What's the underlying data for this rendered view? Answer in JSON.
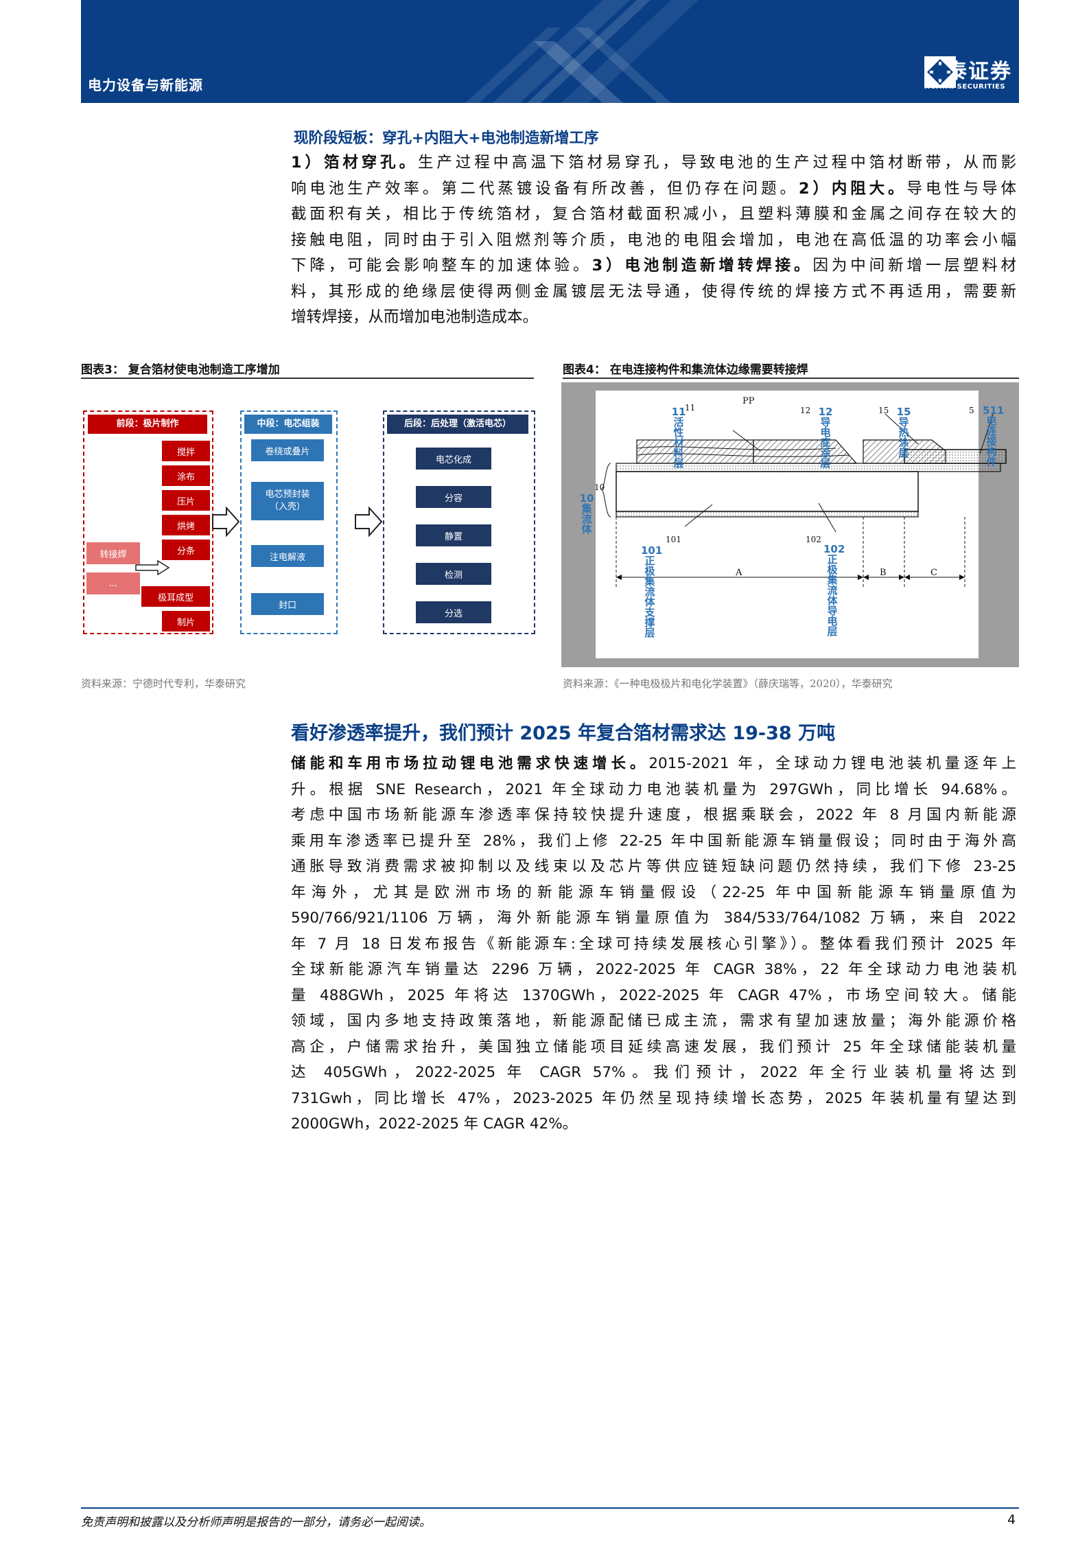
{
  "header": {
    "section": "电力设备与新能源",
    "logo_cn": "华泰证券",
    "logo_en": "HUATAI SECURITIES"
  },
  "block1": {
    "heading": "现阶段短板：穿孔+内阻大+电池制造新增工序",
    "lines": [
      [
        "1）箔材穿孔。",
        "生产过程中高温下箔材易穿孔，导致电池的生产过程中箔材断带，从而影"
      ],
      [
        "",
        "响电池生产效率。第二代蒸镀设备有所改善，但仍存在问题。",
        "2）内阻大。",
        "导电性与导体"
      ],
      [
        "",
        "截面积有关，相比于传统箔材，复合箔材截面积减小，且塑料薄膜和金属之间存在较大的"
      ],
      [
        "",
        "接触电阻，同时由于引入阻燃剂等介质，电池的电阻会增加，电池在高低温的功率会小幅"
      ],
      [
        "",
        "下降，可能会影响整车的加速体验。",
        "3）电池制造新增转焊接。",
        "因为中间新增一层塑料材"
      ],
      [
        "",
        "料，其形成的绝缘层使得两侧金属镀层无法导通，使得传统的焊接方式不再适用，需要新"
      ],
      [
        "",
        "增转焊接，从而增加电池制造成本。"
      ]
    ]
  },
  "figure3": {
    "title": "图表3：  复合箔材使电池制造工序增加",
    "source": "资料来源：宁德时代专利，华泰研究",
    "front": {
      "head": "前段：极片制作",
      "items": [
        "搅拌",
        "涂布",
        "压片",
        "烘烤",
        "分条",
        "极耳成型",
        "制片"
      ],
      "new_item": "转接焊",
      "ellipsis": "..."
    },
    "middle": {
      "head": "中段：电芯组装",
      "items": [
        "卷绕或叠片",
        "电芯预封装\n（入壳）",
        "注电解液",
        "封口"
      ]
    },
    "back": {
      "head": "后段：后处理（激活电芯）",
      "items": [
        "电芯化成",
        "分容",
        "静置",
        "检测",
        "分选"
      ]
    },
    "colors": {
      "front": "#c00000",
      "middle": "#2e75b6",
      "back": "#1f3864"
    }
  },
  "figure4": {
    "title": "图表4：  在电连接构件和集流体边缘需要转接焊",
    "source": "资料来源：《一种电极极片和电化学装置》（薛庆瑞等，2020），华泰研究",
    "labels": {
      "pp": "PP",
      "n11": "11",
      "n12": "12",
      "n15": "15",
      "n5": "5",
      "n10": "10",
      "n101": "101",
      "n102": "102",
      "a": "A",
      "b": "B",
      "c": "C",
      "l11": "11\n活\n性\n材\n料\n层",
      "l12": "12\n导\n电\n底\n涂\n层",
      "l15": "15\n导\n热\n涂\n层",
      "l511": "511\n电\n连\n接\n构\n件",
      "l10": "10\n集\n流\n体",
      "l101": "101\n正\n极\n集\n流\n体\n支\n撑\n层",
      "l102": "102\n正\n极\n集\n流\n体\n导\n电\n层"
    },
    "annotation_color": "#2e75b6"
  },
  "block2": {
    "heading": "看好渗透率提升，我们预计 2025 年复合箔材需求达 19-38 万吨",
    "lines": [
      [
        "储能和车用市场拉动锂电池需求快速增长。",
        "2015-2021 年，全球动力锂电池装机量逐年上"
      ],
      [
        "",
        "升。根据 SNE Research，2021 年全球动力电池装机量为 297GWh，同比增长 94.68%。"
      ],
      [
        "",
        "考虑中国市场新能源车渗透率保持较快提升速度，根据乘联会，2022 年 8 月国内新能源"
      ],
      [
        "",
        "乘用车渗透率已提升至 28%，我们上修 22-25 年中国新能源车销量假设；同时由于海外高"
      ],
      [
        "",
        "通胀导致消费需求被抑制以及线束以及芯片等供应链短缺问题仍然持续，我们下修 23-25"
      ],
      [
        "",
        "年海外，尤其是欧洲市场的新能源车销量假设（22-25 年中国新能源车销量原值为"
      ],
      [
        "",
        "590/766/921/1106 万辆，海外新能源车销量原值为 384/533/764/1082 万辆，来自 2022"
      ],
      [
        "",
        "年 7 月 18 日发布报告《新能源车:全球可持续发展核心引擎》）。整体看我们预计 2025 年"
      ],
      [
        "",
        "全球新能源汽车销量达 2296 万辆，2022-2025 年 CAGR 38%，22 年全球动力电池装机"
      ],
      [
        "",
        "量 488GWh，2025 年将达 1370GWh，2022-2025 年 CAGR 47%，市场空间较大。储能"
      ],
      [
        "",
        "领域，国内多地支持政策落地，新能源配储已成主流，需求有望加速放量；海外能源价格"
      ],
      [
        "",
        "高企，户储需求抬升，美国独立储能项目延续高速发展，我们预计 25 年全球储能装机量"
      ],
      [
        "",
        "达 405GWh，2022-2025 年 CAGR 57%。我们预计，2022 年全行业装机量将达到"
      ],
      [
        "",
        "731Gwh，同比增长 47%，2023-2025 年仍然呈现持续增长态势，2025 年装机量有望达到"
      ],
      [
        "",
        "2000GWh，2022-2025 年 CAGR 42%。"
      ]
    ]
  },
  "footer": {
    "disclaimer": "免责声明和披露以及分析师声明是报告的一部分，请务必一起阅读。",
    "page": "4"
  }
}
